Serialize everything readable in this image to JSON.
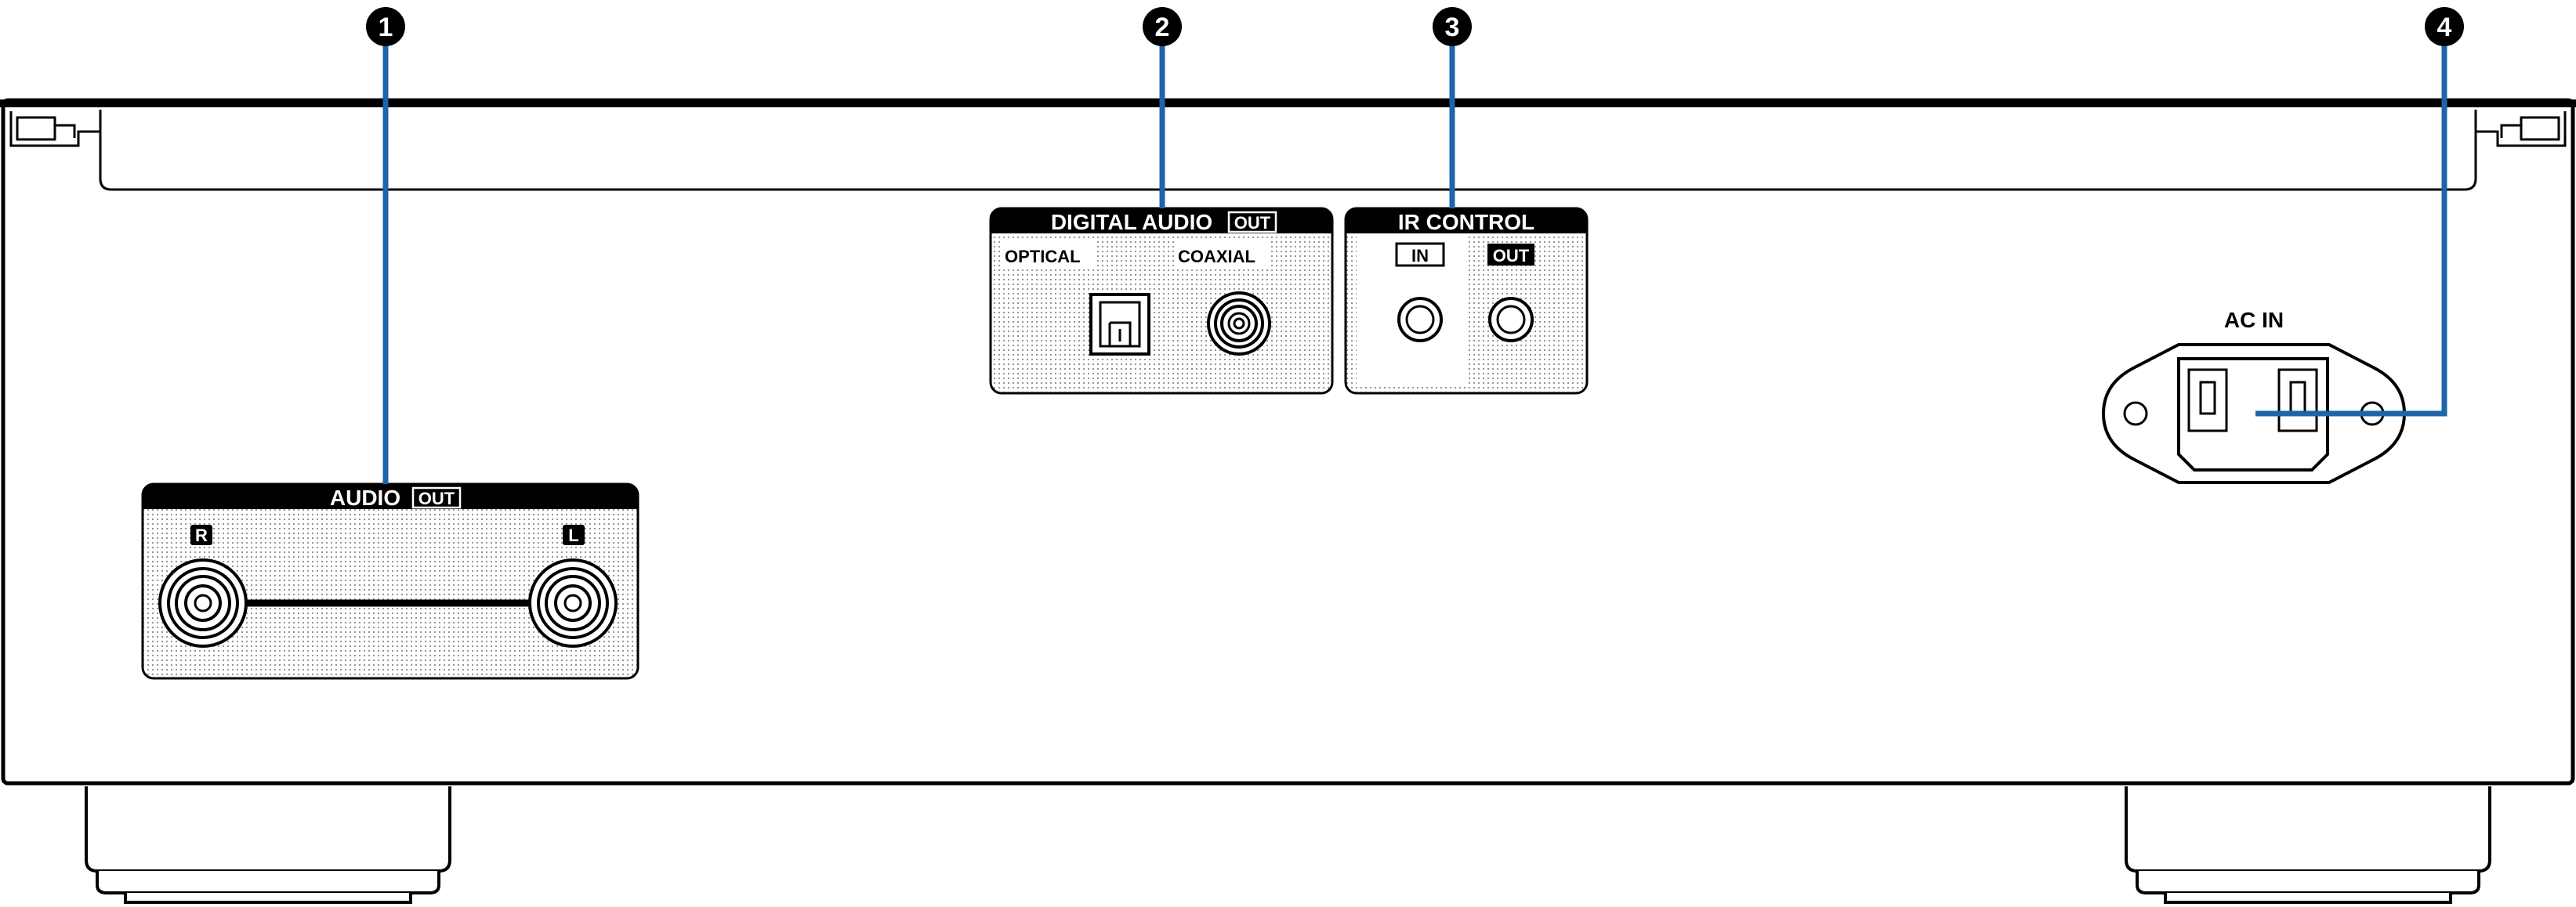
{
  "callouts": [
    "1",
    "2",
    "3",
    "4"
  ],
  "audio_out": {
    "title": "AUDIO",
    "badge": "OUT",
    "right_label": "R",
    "left_label": "L"
  },
  "digital_audio_out": {
    "title": "DIGITAL AUDIO",
    "badge": "OUT",
    "optical_label": "OPTICAL",
    "coaxial_label": "COAXIAL"
  },
  "ir_control": {
    "title": "IR CONTROL",
    "in_label": "IN",
    "out_label": "OUT"
  },
  "ac_in": {
    "label": "AC IN"
  },
  "colors": {
    "callout_line": "#1d64a8",
    "outline": "#000000",
    "dotted_panel": "#eeeeee"
  }
}
